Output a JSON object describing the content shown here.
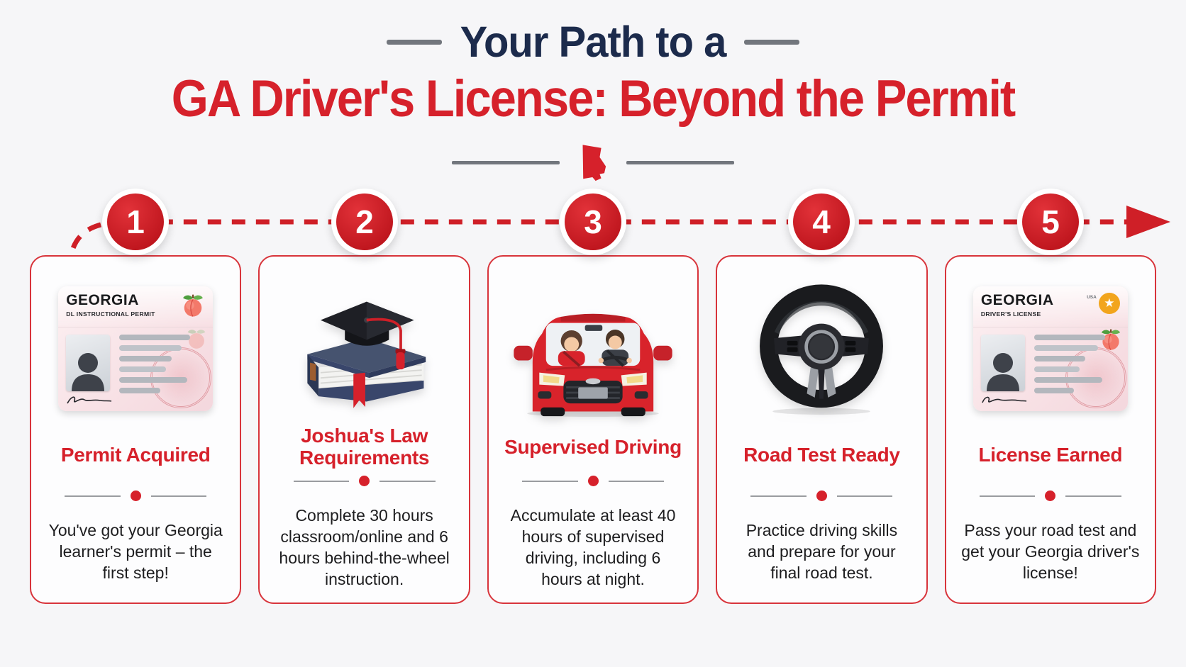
{
  "colors": {
    "accent_red": "#d6212b",
    "navy": "#1c2b4c",
    "gold": "#f2a51d",
    "card_border": "#d8343b",
    "background": "#f6f6f8"
  },
  "header": {
    "eyebrow": "Your Path to a",
    "title": "GA Driver's License: Beyond the Permit",
    "divider_icon": "georgia-state-silhouette"
  },
  "timeline": {
    "style": "red-dashed-line",
    "end_icon": "arrow-right"
  },
  "steps": [
    {
      "number": "1",
      "title": "Permit Acquired",
      "description": "You've got your Georgia learner's permit – the first step!",
      "icon": "georgia-instructional-permit-card"
    },
    {
      "number": "2",
      "title": "Joshua's Law Requirements",
      "description": "Complete 30 hours classroom/online and 6 hours behind-the-wheel instruction.",
      "icon": "book-with-graduation-cap"
    },
    {
      "number": "3",
      "title": "Supervised Driving",
      "description": "Accumulate at least 40 hours of supervised driving, including 6 hours at night.",
      "icon": "car-with-supervisor-and-teen-driver"
    },
    {
      "number": "4",
      "title": "Road Test Ready",
      "description": "Practice driving skills and prepare for your final road test.",
      "icon": "steering-wheel"
    },
    {
      "number": "5",
      "title": "License Earned",
      "description": "Pass your road test and get your Georgia driver's license!",
      "icon": "georgia-drivers-license-card"
    }
  ],
  "permit_card": {
    "state_name": "GEORGIA",
    "doc_type": "DL INSTRUCTIONAL PERMIT"
  },
  "license_card": {
    "state_name": "GEORGIA",
    "doc_type": "DRIVER'S LICENSE",
    "corner_label": "USA"
  },
  "icons": {
    "star": "★"
  }
}
